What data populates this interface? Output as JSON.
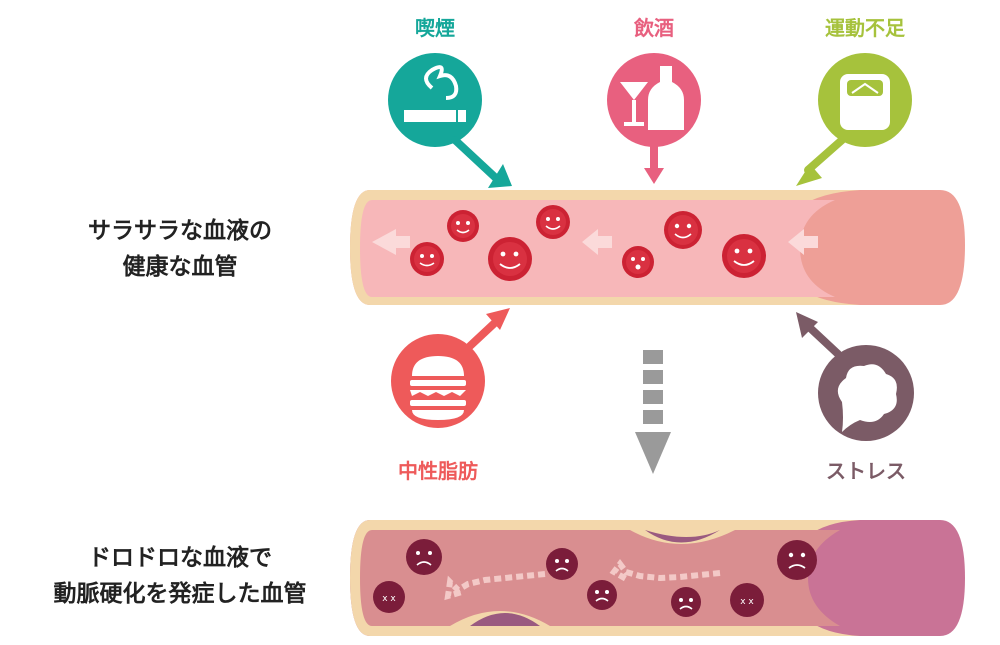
{
  "factors": {
    "smoking": {
      "label": "喫煙",
      "color": "#15a79a",
      "icon": "cigarette-icon"
    },
    "drinking": {
      "label": "飲酒",
      "color": "#e8607f",
      "icon": "cocktail-bottle-icon"
    },
    "exercise": {
      "label": "運動不足",
      "color": "#a6c23c",
      "icon": "scale-icon"
    },
    "fat": {
      "label": "中性脂肪",
      "color": "#ee5a5a",
      "icon": "hamburger-icon"
    },
    "stress": {
      "label": "ストレス",
      "color": "#7b5b66",
      "icon": "thought-bubble-icon"
    }
  },
  "healthy": {
    "line1": "サラサラな血液の",
    "line2": "健康な血管"
  },
  "unhealthy": {
    "line1": "ドロドロな血液で",
    "line2": "動脈硬化を発症した血管"
  }
}
